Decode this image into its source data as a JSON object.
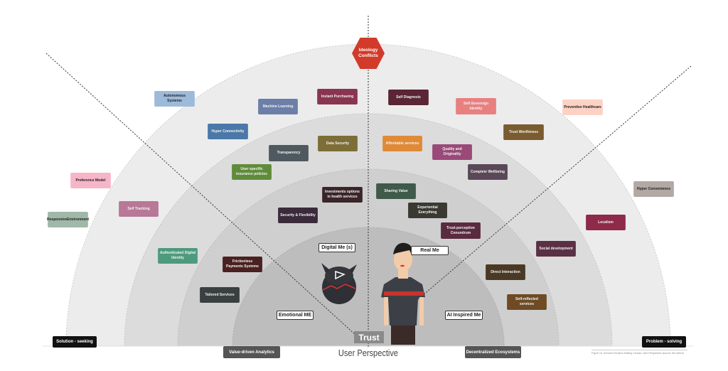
{
  "center": {
    "hexagon": "Ideology Conflicts",
    "core": "Trust",
    "title": "User Perspective"
  },
  "corners": {
    "left": "Solution - seeking",
    "right": "Problem - solving"
  },
  "bottom_tags": {
    "left": "Value-driven Analytics",
    "right": "Decentralized Ecosystems"
  },
  "caption": "Figure 16: Scenario Decision Making Canvas: User Perspective (source: the author)",
  "bubbles": {
    "digital": "Digital Me (s)",
    "real": "Real Me",
    "emotional": "Emotional ME",
    "ai": "AI Inspired Me"
  },
  "boxes": [
    {
      "label": "Autonomous Systems",
      "color": "#9dbadb"
    },
    {
      "label": "Machine Learning",
      "color": "#6b7fa8"
    },
    {
      "label": "Instant Purchasing",
      "color": "#8a3550"
    },
    {
      "label": "Hyper Connectivity",
      "color": "#4a78a8"
    },
    {
      "label": "Data Security",
      "color": "#7c6e36"
    },
    {
      "label": "Transparency",
      "color": "#4f5a60"
    },
    {
      "label": "User specific insurance policies",
      "color": "#5f8c3a"
    },
    {
      "label": "Preference Model",
      "color": "#f7b6c8"
    },
    {
      "label": "Self Tracking",
      "color": "#b87898"
    },
    {
      "label": "ResponsiveEnvironment",
      "color": "#9fb8a8"
    },
    {
      "label": "Investments options in health services",
      "color": "#3a2529"
    },
    {
      "label": "Security & Flexibility",
      "color": "#3a2a3a"
    },
    {
      "label": "Self Diagnosis",
      "color": "#5a2535"
    },
    {
      "label": "Self-Sovereign Identity",
      "color": "#e88080"
    },
    {
      "label": "Preventive Healthcare",
      "color": "#fcd2c4"
    },
    {
      "label": "Trust Worthiness",
      "color": "#7a5c30"
    },
    {
      "label": "Affordable services",
      "color": "#e08a38"
    },
    {
      "label": "Quality and Originality",
      "color": "#9a4a78"
    },
    {
      "label": "Complete Wellbeing",
      "color": "#5a4758"
    },
    {
      "label": "Hyper Convenience",
      "color": "#b2a8a4"
    },
    {
      "label": "Sharing Value",
      "color": "#3f5a4a"
    },
    {
      "label": "Experiential Everything",
      "color": "#3a3a32"
    },
    {
      "label": "Localism",
      "color": "#8e2a4a"
    },
    {
      "label": "Trust-perception Conundrum",
      "color": "#5a2a40"
    },
    {
      "label": "Social development",
      "color": "#5a3045"
    },
    {
      "label": "Authenticated Digital Identity",
      "color": "#4e9a7e"
    },
    {
      "label": "Frictionless Payments Systems",
      "color": "#4a2020"
    },
    {
      "label": "Direct Interaction",
      "color": "#4a3a25"
    },
    {
      "label": "Tailored Services",
      "color": "#3a3f40"
    },
    {
      "label": "Self-reflected services",
      "color": "#6e4a25"
    }
  ]
}
